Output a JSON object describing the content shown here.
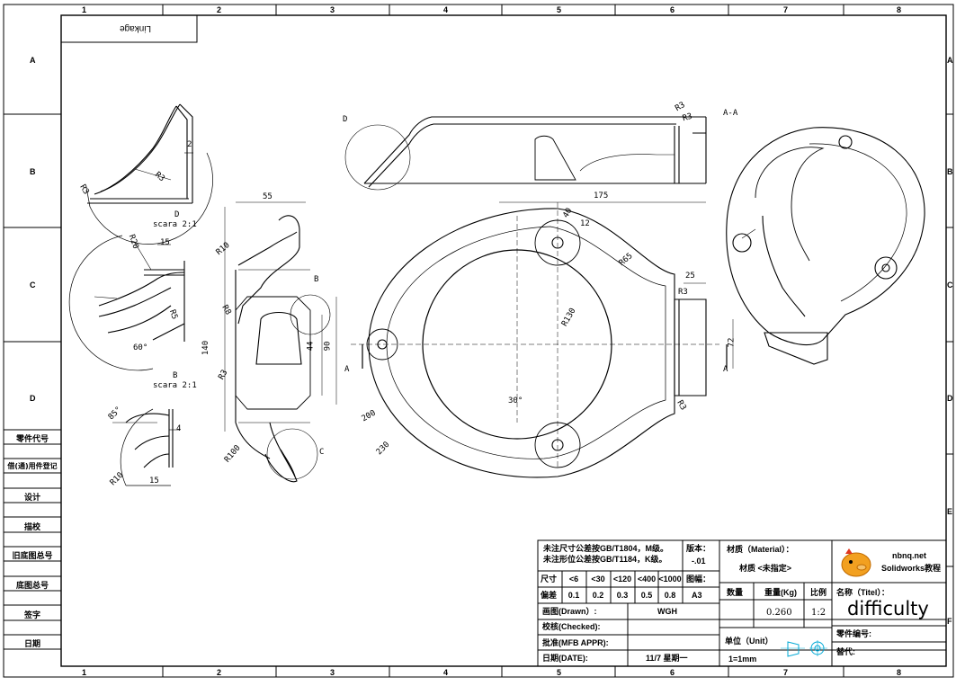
{
  "frame": {
    "cols": [
      "1",
      "2",
      "3",
      "4",
      "5",
      "6",
      "7",
      "8"
    ],
    "rows_left": [
      "A",
      "B",
      "C",
      "D"
    ],
    "rows_right": [
      "A",
      "B",
      "C",
      "D",
      "E",
      "F"
    ]
  },
  "stamp": "Linkage",
  "side_labels": [
    "零件代号",
    "借(通)用件登记",
    "设计",
    "描校",
    "旧底图总号",
    "底图总号",
    "签字",
    "日期"
  ],
  "views": {
    "detail_d_caption": "D",
    "detail_d_scale": "scara 2:1",
    "detail_b_caption": "B",
    "detail_b_scale": "scara 2:1",
    "section_label": "A-A",
    "cut_label": "A",
    "detail_ref_d": "D",
    "detail_ref_b": "B",
    "detail_ref_c": "C"
  },
  "dims": {
    "d_r3a": "R3",
    "d_r3b": "R3",
    "d_2": "2",
    "b_r20": "R20",
    "b_15": "15",
    "b_r5": "R5",
    "b_60": "60°",
    "c_85": "85°",
    "c_4": "4",
    "c_r10": "R10",
    "c_15": "15",
    "s_55": "55",
    "s_r10": "R10",
    "s_r8": "R8",
    "s_140": "140",
    "s_44": "44",
    "s_90": "90",
    "s_r3": "R3",
    "s_r100": "R100",
    "t_r3a": "R3",
    "t_r3b": "R3",
    "f_175": "175",
    "f_40": "40",
    "f_12": "12",
    "f_r65": "R65",
    "f_25": "25",
    "f_r3a": "R3",
    "f_r130": "R130",
    "f_72": "72",
    "f_30": "30°",
    "f_r3b": "R3",
    "f_200": "200",
    "f_230": "230"
  },
  "title_block": {
    "note1": "未注尺寸公差按GB/T1804，M级。",
    "note2": "未注形位公差按GB/T1184，K级。",
    "version_label": "版本：",
    "version": "-.01",
    "size_label": "尺寸",
    "size_cols": [
      "<6",
      "<30",
      "<120",
      "<400",
      "<1000"
    ],
    "tol_label": "偏差",
    "tol_vals": [
      "0.1",
      "0.2",
      "0.3",
      "0.5",
      "0.8"
    ],
    "format_label": "图幅：",
    "format": "A3",
    "material_label": "材质（Material）：",
    "material": "材质 <未指定>",
    "logo_site": "nbnq.net",
    "logo_name": "Solidworks教程",
    "qty_label": "数量",
    "weight_label": "重量(Kg)",
    "weight": "0.260",
    "scale_label": "比例",
    "scale": "1:2",
    "name_label": "名称（Titel）：",
    "name": "difficulty",
    "drawn_label": "画图(Drawn）:",
    "drawn": "WGH",
    "checked_label": "校核(Checked):",
    "approved_label": "批准(MFB APPR):",
    "date_label": "日期(DATE):",
    "date": "11/7  星期一",
    "unit_label": "单位（Unit）",
    "unit": "1=1mm",
    "part_no_label": "零件编号:",
    "replace_label": "替代:"
  }
}
